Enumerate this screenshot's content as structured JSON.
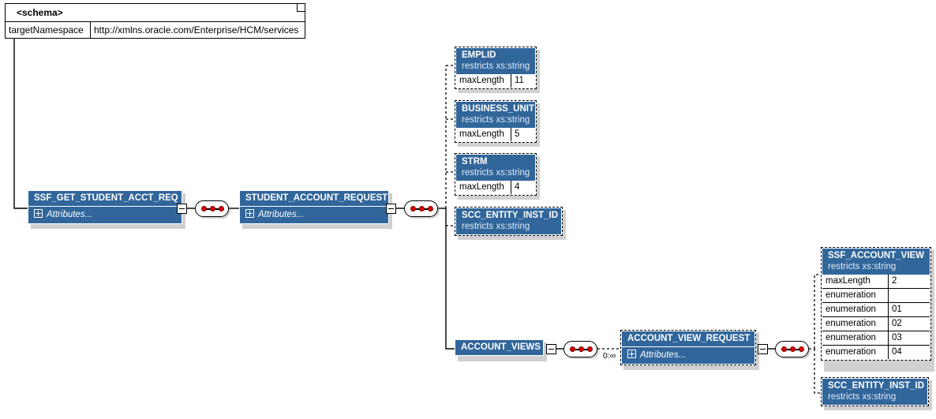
{
  "diagram": {
    "title": "XML Schema Diagram",
    "type": "xsd-tree",
    "accent_color": "#31669b",
    "connector_dot_color": "#e00000",
    "background": "#ffffff"
  },
  "schema_box": {
    "title": "<schema>",
    "attribute_key": "targetNamespace",
    "attribute_value": "http://xmlns.oracle.com/Enterprise/HCM/services",
    "dogear_icon": "page-corner-icon"
  },
  "nodes": {
    "root_request": {
      "name": "SSF_GET_STUDENT_ACCT_REQ",
      "attributes_label": "Attributes...",
      "attributes_icon": "plus-box-icon",
      "collapse_icon": "minus-box-icon",
      "style": "solid"
    },
    "student_account_request": {
      "name": "STUDENT_ACCOUNT_REQUEST",
      "attributes_label": "Attributes...",
      "attributes_icon": "plus-box-icon",
      "collapse_icon": "minus-box-icon",
      "style": "solid"
    },
    "emplid": {
      "name": "EMPLID",
      "restriction": "restricts xs:string",
      "style": "dashed",
      "facets": [
        {
          "key": "maxLength",
          "value": "11"
        }
      ]
    },
    "business_unit": {
      "name": "BUSINESS_UNIT",
      "restriction": "restricts xs:string",
      "style": "dashed",
      "facets": [
        {
          "key": "maxLength",
          "value": "5"
        }
      ]
    },
    "strm": {
      "name": "STRM",
      "restriction": "restricts xs:string",
      "style": "dashed",
      "facets": [
        {
          "key": "maxLength",
          "value": "4"
        }
      ]
    },
    "scc_entity_inst_id": {
      "name": "SCC_ENTITY_INST_ID",
      "restriction": "restricts xs:string",
      "style": "dashed",
      "facets": []
    },
    "account_views": {
      "name": "ACCOUNT_VIEWS",
      "collapse_icon": "minus-box-icon",
      "style": "solid"
    },
    "account_view_request": {
      "name": "ACCOUNT_VIEW_REQUEST",
      "attributes_label": "Attributes...",
      "attributes_icon": "plus-box-icon",
      "collapse_icon": "minus-box-icon",
      "cardinality": "0:∞",
      "style": "dashed"
    },
    "ssf_account_view": {
      "name": "SSF_ACCOUNT_VIEW",
      "restriction": "restricts xs:string",
      "style": "dashed",
      "facets": [
        {
          "key": "maxLength",
          "value": "2"
        },
        {
          "key": "enumeration",
          "value": ""
        },
        {
          "key": "enumeration",
          "value": "01"
        },
        {
          "key": "enumeration",
          "value": "02"
        },
        {
          "key": "enumeration",
          "value": "03"
        },
        {
          "key": "enumeration",
          "value": "04"
        }
      ]
    },
    "scc_entity_inst_id_2": {
      "name": "SCC_ENTITY_INST_ID",
      "restriction": "restricts xs:string",
      "style": "dashed",
      "facets": []
    }
  },
  "connectors": {
    "sequence_icon": "sequence-compositor-icon",
    "sequence_count": 4
  }
}
